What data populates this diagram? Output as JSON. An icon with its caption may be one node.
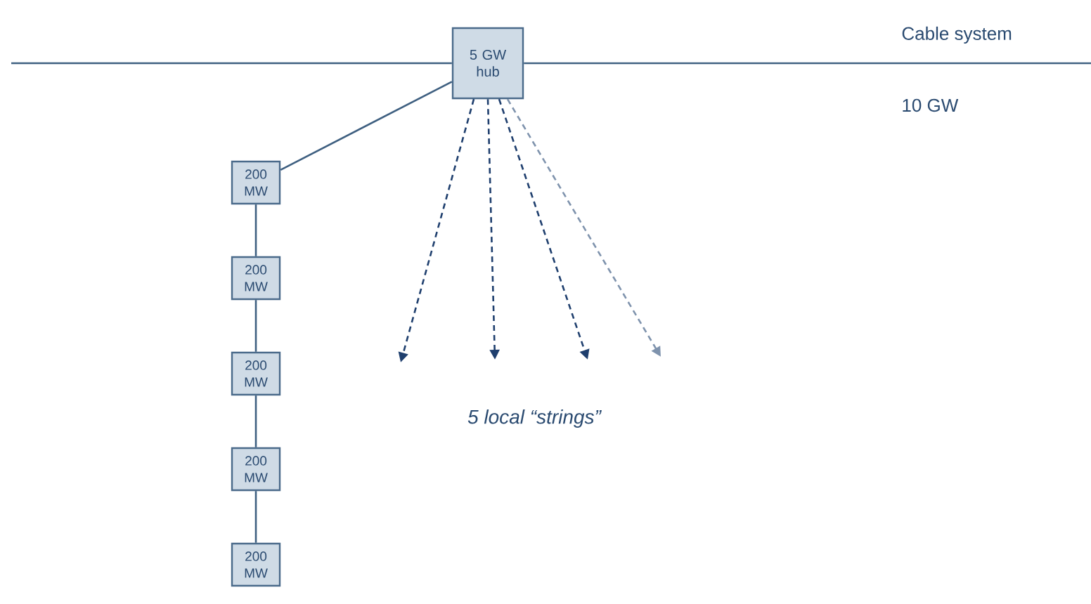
{
  "diagram": {
    "nodes": [
      {
        "text": [
          "5 GW hub"
        ]
      },
      {
        "text": [
          "200 MW"
        ]
      },
      {
        "text": [
          "200 MW"
        ]
      },
      {
        "text": [
          "200 MW"
        ]
      },
      {
        "text": [
          "200 MW"
        ]
      },
      {
        "text": [
          "200 MW"
        ]
      }
    ],
    "edges": [
      {
        "from": null,
        "to": 0,
        "arrow": "none"
      },
      {
        "from": 0,
        "to": null,
        "arrow": "none"
      },
      {
        "from": 0,
        "to": 1,
        "arrow": "none"
      },
      {
        "from": 1,
        "to": 2,
        "arrow": "none"
      },
      {
        "from": 2,
        "to": 3,
        "arrow": "none"
      },
      {
        "from": 3,
        "to": 4,
        "arrow": "none"
      },
      {
        "from": 4,
        "to": 5,
        "arrow": "none"
      },
      {
        "from": 0,
        "to": null,
        "arrow": "to",
        "style": "dashed"
      },
      {
        "from": 0,
        "to": null,
        "arrow": "to",
        "style": "dashed"
      },
      {
        "from": 0,
        "to": null,
        "arrow": "to",
        "style": "dashed"
      },
      {
        "from": 0,
        "to": null,
        "arrow": "to",
        "style": "dashed",
        "color": "#7f93ad"
      }
    ],
    "labels": [
      "Cable system",
      "10 GW",
      "5 local “strings”"
    ]
  }
}
